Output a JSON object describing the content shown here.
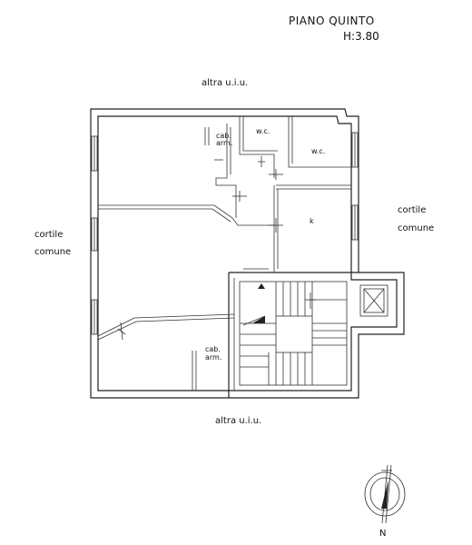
{
  "header": {
    "title": "PIANO QUINTO",
    "height": "H:3.80"
  },
  "labels": {
    "top_neighbor": "altra u.i.u.",
    "bottom_neighbor": "altra u.i.u.",
    "left_line1": "cortile",
    "left_line2": "comune",
    "right_line1": "cortile",
    "right_line2": "comune",
    "wc_left": "w.c.",
    "wc_right": "w.c.",
    "kitchen": "k",
    "cab_top_line1": "cab.",
    "cab_top_line2": "arm.",
    "cab_bottom_line1": "cab.",
    "cab_bottom_line2": "arm.",
    "north": "N"
  }
}
